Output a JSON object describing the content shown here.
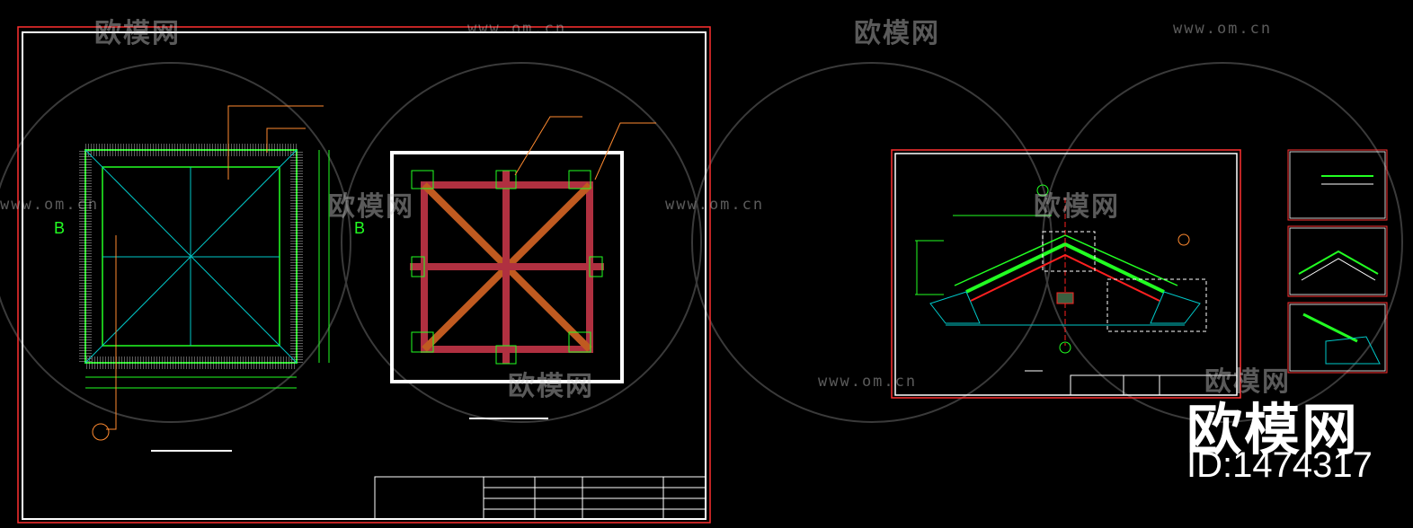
{
  "watermark": {
    "brand": "欧模网",
    "url": "www.om.cn",
    "id_text": "ID:1474317"
  },
  "drawing": {
    "section_marker_left": "B",
    "section_marker_right": "B",
    "colors": {
      "background": "#000000",
      "frame": "#ff3030",
      "border": "#ffffff",
      "outline": "#22ff22",
      "axis": "#00c8c8",
      "beam": "#b03040",
      "leader": "#ff8a30"
    }
  }
}
